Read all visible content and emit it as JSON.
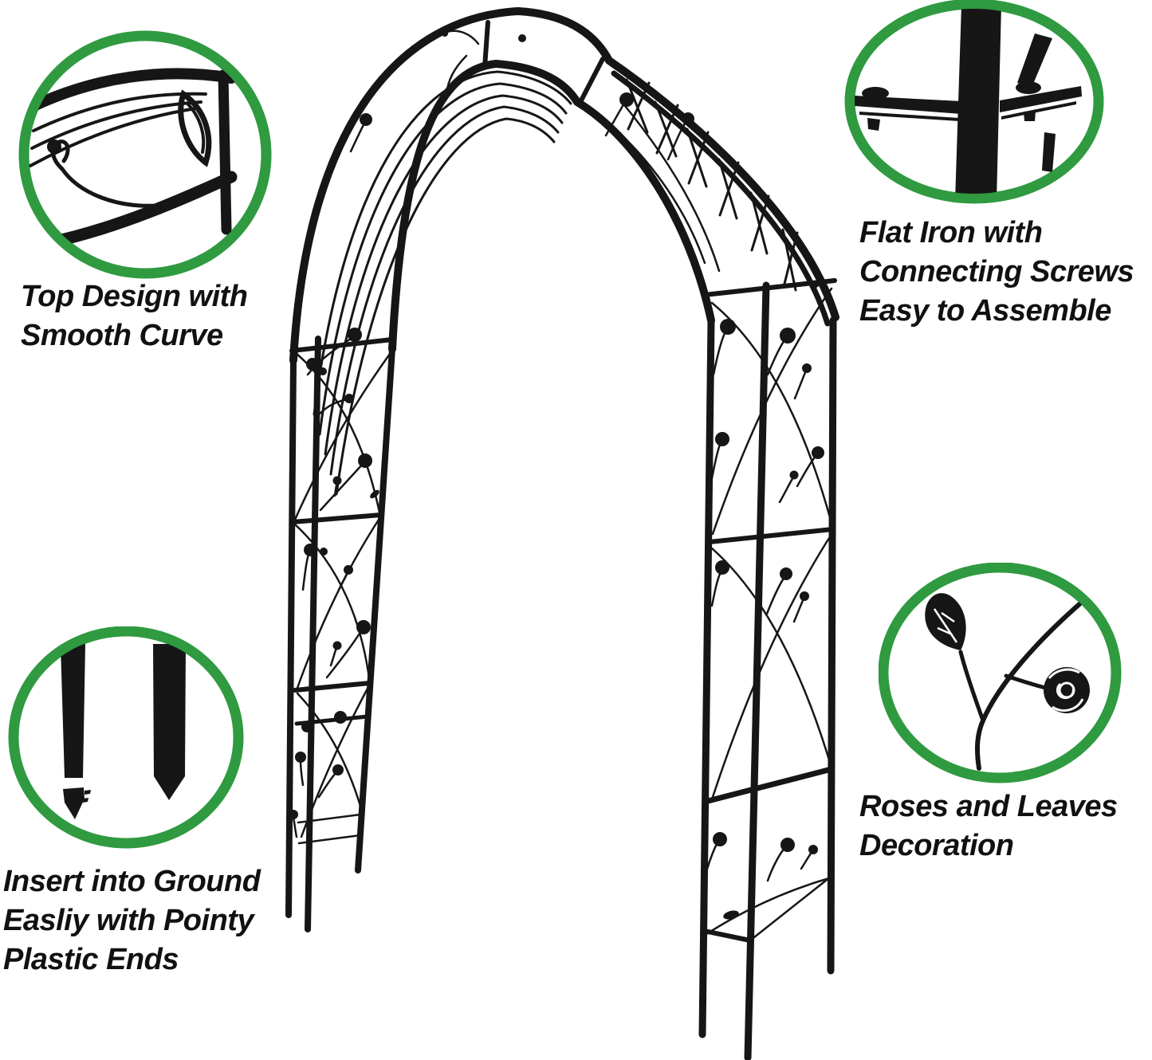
{
  "background": "#ffffff",
  "colors": {
    "accent_green": "#2f9a40",
    "metal_black": "#161616",
    "text_black": "#111111"
  },
  "product": {
    "illustration": "metal-garden-arch-with-rose-and-leaf-decorations"
  },
  "callouts": {
    "top_curve": {
      "illustration": "arch-top-curve-closeup",
      "lines": [
        "Top Design with",
        "Smooth Curve"
      ]
    },
    "flat_iron": {
      "illustration": "corner-joint-with-screws-closeup",
      "lines": [
        "Flat Iron with",
        "Connecting Screws",
        "Easy to Assemble"
      ]
    },
    "ground_stakes": {
      "illustration": "pointed-ground-stakes-closeup",
      "lines": [
        "Insert into Ground",
        "Easliy with Pointy",
        "Plastic Ends"
      ]
    },
    "roses": {
      "illustration": "rose-and-leaf-closeup",
      "lines": [
        "Roses and Leaves",
        "Decoration"
      ]
    }
  }
}
